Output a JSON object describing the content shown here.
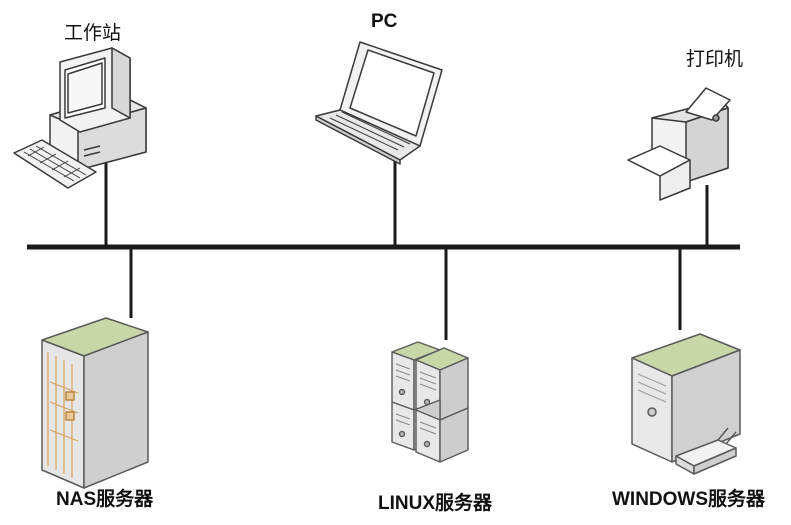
{
  "nodes": {
    "workstation": {
      "label": "工作站",
      "icon": "workstation-icon"
    },
    "pc": {
      "label": "PC",
      "icon": "laptop-icon"
    },
    "printer": {
      "label": "打印机",
      "icon": "printer-icon"
    },
    "nas_server": {
      "label": "NAS服务器",
      "icon": "nas-server-icon"
    },
    "linux_server": {
      "label": "LINUX服务器",
      "icon": "server-cluster-icon"
    },
    "windows_server": {
      "label": "WINDOWS服务器",
      "icon": "tower-server-icon"
    }
  },
  "colors": {
    "line": "#1a1a1a",
    "device_body": "#f2f2f2",
    "device_shade": "#d4d4d4",
    "device_outline": "#3a3a3a",
    "server_top": "#c9d6a8",
    "server_side": "#cccccc",
    "accent_orange": "#d9a15a"
  }
}
